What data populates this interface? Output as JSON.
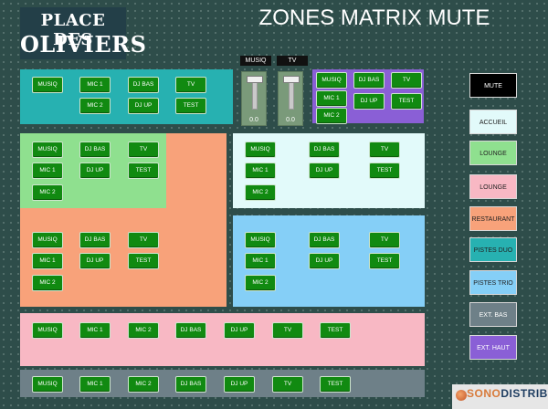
{
  "logo": {
    "line1": "PLACE DES",
    "line2": "OLIVIERS"
  },
  "title": "ZONES MATRIX MUTE",
  "faders": [
    {
      "label": "MUSIQ",
      "value": "0.0"
    },
    {
      "label": "TV",
      "value": "0.0"
    }
  ],
  "zones": [
    {
      "name": "zone-teal",
      "color": "#27b1b1",
      "buttons": [
        "MUSIQ",
        "MIC 1",
        "DJ BAS",
        "TV",
        "MIC 2",
        "DJ UP",
        "TEST"
      ]
    },
    {
      "name": "zone-purple",
      "color": "#8a5fd6",
      "buttons": [
        "MUSIQ",
        "DJ BAS",
        "TV",
        "MIC 1",
        "DJ UP",
        "TEST",
        "MIC 2"
      ]
    },
    {
      "name": "zone-green",
      "color": "#8fe08f",
      "buttons": [
        "MUSIQ",
        "DJ BAS",
        "TV",
        "MIC 1",
        "DJ UP",
        "TEST",
        "MIC 2"
      ]
    },
    {
      "name": "zone-cyan",
      "color": "#e2fafa",
      "buttons": [
        "MUSIQ",
        "DJ BAS",
        "TV",
        "MIC 1",
        "DJ UP",
        "TEST",
        "MIC 2"
      ]
    },
    {
      "name": "zone-orange",
      "color": "#f8a27a",
      "buttons": [
        "MUSIQ",
        "DJ BAS",
        "TV",
        "MIC 1",
        "DJ UP",
        "TEST",
        "MIC 2"
      ]
    },
    {
      "name": "zone-blue",
      "color": "#85cff7",
      "buttons": [
        "MUSIQ",
        "DJ BAS",
        "TV",
        "MIC 1",
        "DJ UP",
        "TEST",
        "MIC 2"
      ]
    },
    {
      "name": "zone-pink",
      "color": "#f8b8c4",
      "buttons": [
        "MUSIQ",
        "MIC 1",
        "MIC 2",
        "DJ BAS",
        "DJ UP",
        "TV",
        "TEST"
      ]
    },
    {
      "name": "zone-gray",
      "color": "#6e8088",
      "buttons": [
        "MUSIQ",
        "MIC 1",
        "MIC 2",
        "DJ BAS",
        "DJ UP",
        "TV",
        "TEST"
      ]
    }
  ],
  "zone_selector": [
    {
      "label": "MUTE",
      "color": "#000000",
      "text_color": "#ffffff"
    },
    {
      "label": "ACCUEIL",
      "color": "#e2fafa",
      "text_color": "#222222"
    },
    {
      "label": "LOUNGE",
      "color": "#8fe08f",
      "text_color": "#222222"
    },
    {
      "label": "LOUNGE",
      "color": "#f8b8c4",
      "text_color": "#222222"
    },
    {
      "label": "RESTAURANT",
      "color": "#f8a27a",
      "text_color": "#222222"
    },
    {
      "label": "PISTES DUO",
      "color": "#27b1b1",
      "text_color": "#222222"
    },
    {
      "label": "PISTES TRIO",
      "color": "#85cff7",
      "text_color": "#222222"
    },
    {
      "label": "EXT. BAS",
      "color": "#6e8088",
      "text_color": "#ffffff"
    },
    {
      "label": "EXT. HAUT",
      "color": "#8a5fd6",
      "text_color": "#ffffff"
    }
  ],
  "brand": {
    "part1": "SONO",
    "part2": "DISTRIB"
  },
  "colors": {
    "button": "#118a11",
    "background": "#2e4d4a"
  }
}
